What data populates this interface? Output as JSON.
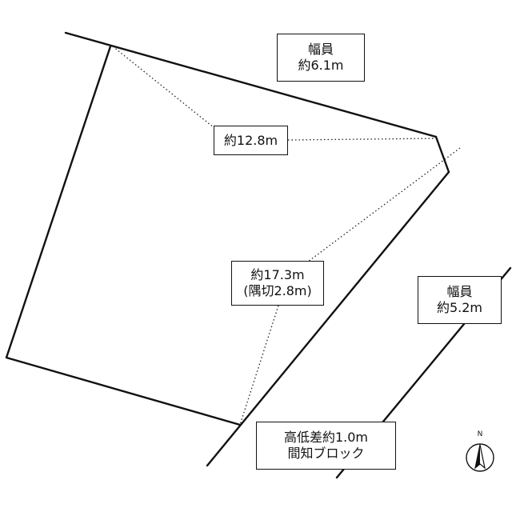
{
  "road_north": {
    "title": "幅員",
    "width": "約6.1m"
  },
  "road_east": {
    "title": "幅員",
    "width": "約5.2m"
  },
  "dimension_north_edge": "約12.8m",
  "dimension_east_edge": {
    "length": "約17.3m",
    "corner_cut": "(隅切2.8m)"
  },
  "level_note": {
    "line1": "高低差約1.0m",
    "line2": "間知ブロック"
  },
  "compass": {
    "label": "N",
    "icon": "north-arrow-icon"
  },
  "colors": {
    "line": "#111111",
    "background": "#ffffff"
  }
}
